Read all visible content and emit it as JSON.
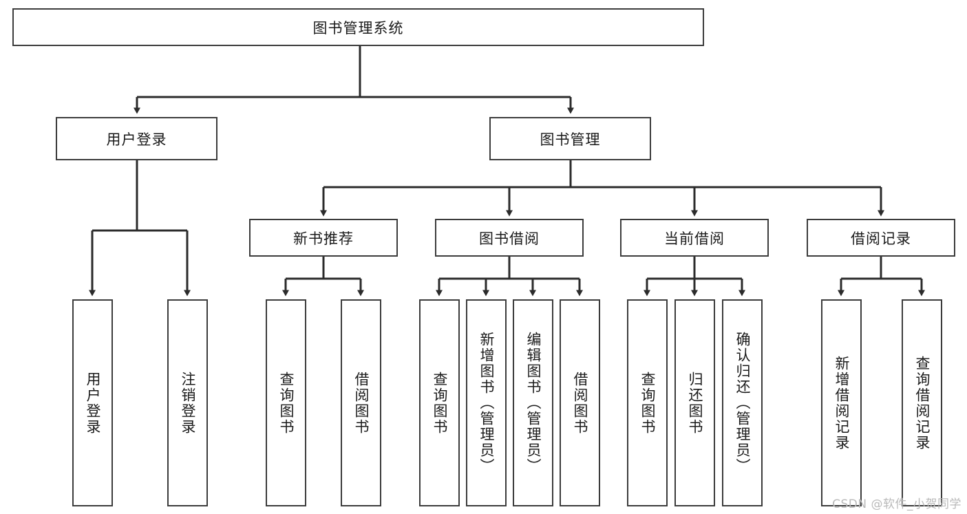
{
  "diagram": {
    "type": "tree-hierarchy",
    "title": "图书管理系统",
    "colors": {
      "box_border": "#3b3b3b",
      "box_fill": "#ffffff",
      "edge": "#2b2b2b",
      "text": "#1a1a1a",
      "watermark": "#b9b9b9",
      "background": "#ffffff"
    },
    "root": {
      "label": "图书管理系统"
    },
    "level2": [
      {
        "label": "用户登录"
      },
      {
        "label": "图书管理"
      }
    ],
    "level3": [
      {
        "label": "新书推荐"
      },
      {
        "label": "图书借阅"
      },
      {
        "label": "当前借阅"
      },
      {
        "label": "借阅记录"
      }
    ],
    "leaves": {
      "user_login": [
        {
          "label": "用户登录"
        },
        {
          "label": "注销登录"
        }
      ],
      "new_book_recommend": [
        {
          "label": "查询图书"
        },
        {
          "label": "借阅图书"
        }
      ],
      "book_borrow": [
        {
          "label": "查询图书"
        },
        {
          "label": "新增图书（管理员）"
        },
        {
          "label": "编辑图书（管理员）"
        },
        {
          "label": "借阅图书"
        }
      ],
      "current_borrow": [
        {
          "label": "查询图书"
        },
        {
          "label": "归还图书"
        },
        {
          "label": "确认归还（管理员）"
        }
      ],
      "borrow_records": [
        {
          "label": "新增借阅记录"
        },
        {
          "label": "查询借阅记录"
        }
      ]
    },
    "watermark": "CSDN @软件_小贺同学"
  }
}
